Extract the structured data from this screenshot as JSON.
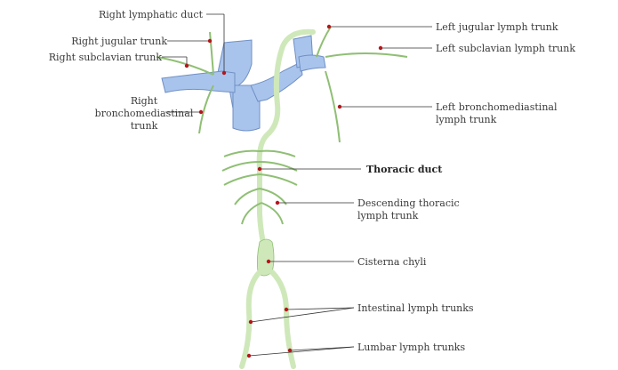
{
  "colors": {
    "vein_fill": "#a9c4ec",
    "vein_stroke": "#6f8fc4",
    "lymph_fill": "#cfe8ba",
    "lymph_stroke": "#8fbf74",
    "leader": "#333333",
    "marker": "#b3161c"
  },
  "labels": {
    "right_lymphatic_duct": "Right lymphatic duct",
    "right_jugular_trunk": "Right jugular trunk",
    "right_subclavian_trunk": "Right subclavian trunk",
    "right_broncho_line1": "Right",
    "right_broncho_line2": "bronchomediastinal",
    "right_broncho_line3": "trunk",
    "left_jugular_trunk": "Left jugular lymph trunk",
    "left_subclavian_trunk": "Left subclavian lymph trunk",
    "left_broncho_line1": "Left bronchomediastinal",
    "left_broncho_line2": "lymph trunk",
    "thoracic_duct": "Thoracic duct",
    "descending_line1": "Descending thoracic",
    "descending_line2": "lymph trunk",
    "cisterna_chyli": "Cisterna chyli",
    "intestinal_trunks": "Intestinal lymph trunks",
    "lumbar_trunks": "Lumbar lymph trunks"
  }
}
